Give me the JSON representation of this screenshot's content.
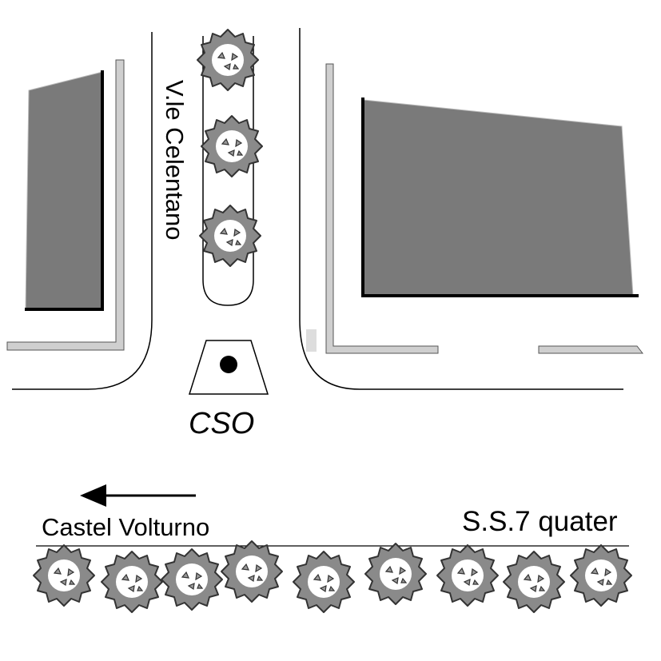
{
  "labels": {
    "street": "V.le Celentano",
    "station": "CSO",
    "direction": "Castel Volturno",
    "highway": "S.S.7 quater"
  },
  "colors": {
    "building_fill": "#7a7a7a",
    "sidewalk_fill": "#cfcfcf",
    "line": "#000000",
    "background": "#ffffff"
  },
  "icons": {
    "direction_arrow": "left-arrow-icon",
    "tree": "shrub-icon",
    "station_marker": "manhole-dot-icon"
  }
}
